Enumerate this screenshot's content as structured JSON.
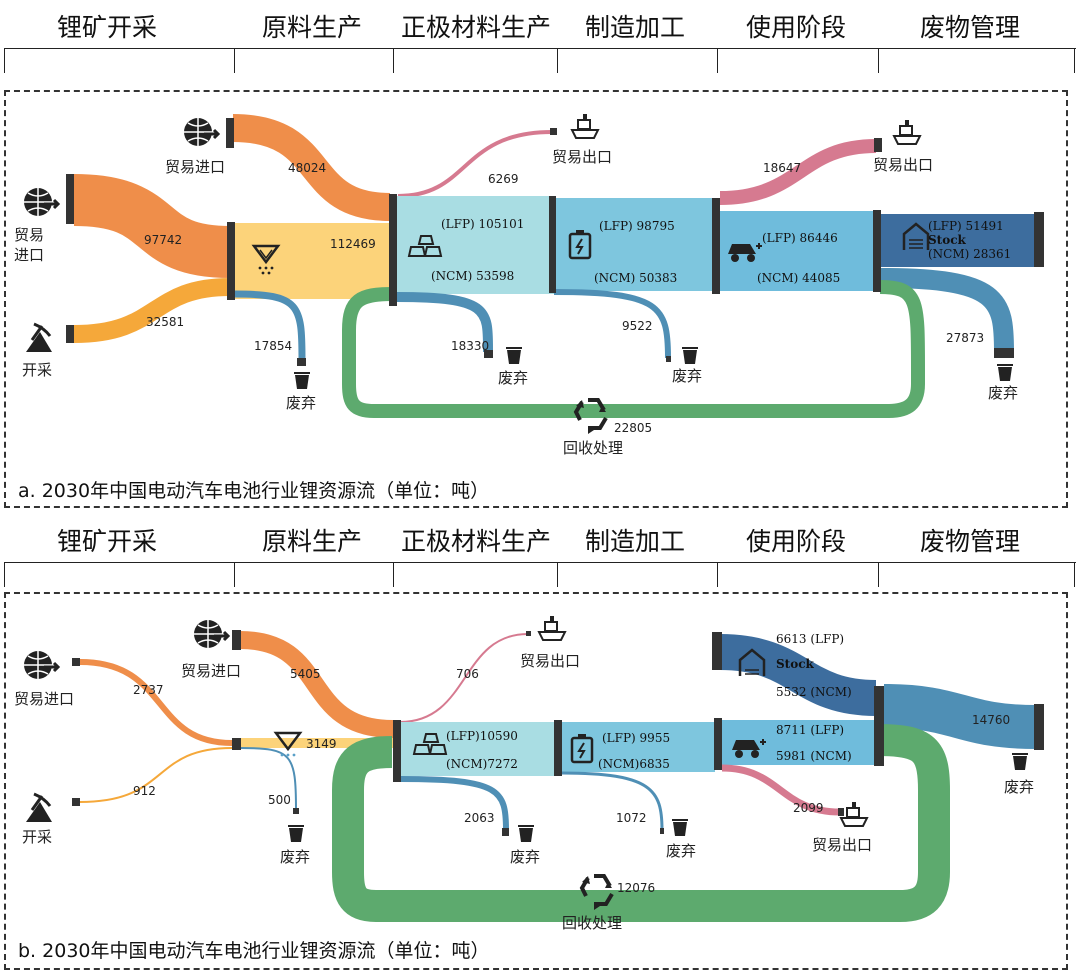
{
  "stages": [
    "锂矿开采",
    "原料生产",
    "正极材料生产",
    "制造加工",
    "使用阶段",
    "废物管理"
  ],
  "panel_a": {
    "caption": "a. 2030年中国电动汽车电池行业锂资源流（单位：吨）",
    "nodes": {
      "import_trade": "贸易进口",
      "import_mine": "贸易\n进口",
      "mining": "开采",
      "export1": "贸易出口",
      "export2": "贸易出口",
      "waste_raw": "废弃",
      "waste_cathode": "废弃",
      "waste_mfg": "废弃",
      "waste_final": "废弃",
      "recycle": "回收处理",
      "stock": "Stock"
    },
    "flows": {
      "import_to_raw": "48024",
      "import_mine": "97742",
      "mining": "32581",
      "raw_to_cathode": "112469",
      "raw_waste": "17854",
      "cathode_export": "6269",
      "cathode_lfp": "(LFP) 105101",
      "cathode_ncm": "(NCM) 53598",
      "cathode_waste": "18330",
      "mfg_lfp": "(LFP) 98795",
      "mfg_ncm": "(NCM) 50383",
      "mfg_waste": "9522",
      "use_export": "18647",
      "use_lfp": "(LFP) 86446",
      "use_ncm": "(NCM) 44085",
      "stock_lfp": "(LFP)  51491",
      "stock_ncm": "(NCM) 28361",
      "final_waste": "27873",
      "recycle": "22805"
    }
  },
  "panel_b": {
    "caption": "b. 2030年中国电动汽车电池行业锂资源流（单位：吨）",
    "nodes": {
      "import_trade": "贸易进口",
      "import_mine": "贸易进口",
      "mining": "开采",
      "export1": "贸易出口",
      "export2": "贸易出口",
      "waste_raw": "废弃",
      "waste_cathode": "废弃",
      "waste_mfg": "废弃",
      "waste_final": "废弃",
      "recycle": "回收处理",
      "stock": "Stock"
    },
    "flows": {
      "import_to_raw": "5405",
      "import_mine": "2737",
      "mining": "912",
      "raw_to_cathode": "3149",
      "raw_waste": "500",
      "cathode_export": "706",
      "cathode_lfp": "(LFP)10590",
      "cathode_ncm": "(NCM)7272",
      "cathode_waste": "2063",
      "mfg_lfp": "(LFP) 9955",
      "mfg_ncm": "(NCM)6835",
      "mfg_waste": "1072",
      "use_lfp": "8711 (LFP)",
      "use_ncm": "5981 (NCM)",
      "use_export": "2099",
      "stock_lfp": "6613 (LFP)",
      "stock_ncm": "5532 (NCM)",
      "final_waste": "14760",
      "recycle": "12076"
    }
  },
  "colors": {
    "orange": "#ef8e4a",
    "orange_light": "#f5a83a",
    "yellow": "#fcd37a",
    "cyan_light": "#a9dde3",
    "blue_mid": "#6fbcdc",
    "blue_dark": "#3d6d9e",
    "pink": "#d67a90",
    "green": "#5daa6e",
    "steel": "#4f8fb5",
    "node": "#333333"
  }
}
